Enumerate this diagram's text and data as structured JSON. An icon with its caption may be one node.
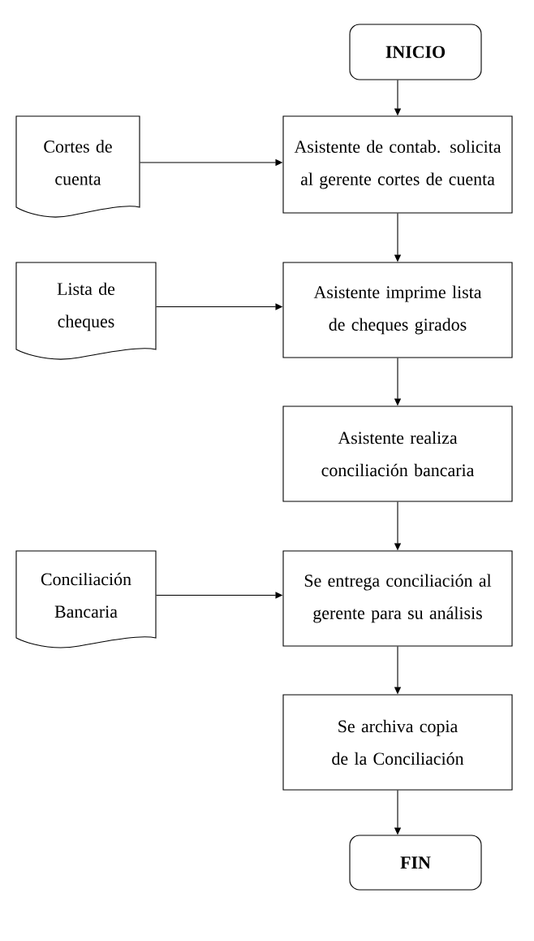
{
  "diagram": {
    "nodes": [
      {
        "text": [
          "INICIO"
        ]
      },
      {
        "text": [
          "Cortes de cuenta"
        ]
      },
      {
        "text": [
          "Asistente de contab. solicita al gerente cortes de cuenta"
        ]
      },
      {
        "text": [
          "Lista de cheques"
        ]
      },
      {
        "text": [
          "Asistente imprime lista de cheques girados"
        ]
      },
      {
        "text": [
          "Asistente realiza conciliación bancaria"
        ]
      },
      {
        "text": [
          "Conciliación Bancaria"
        ]
      },
      {
        "text": [
          "Se entrega conciliación al gerente para su análisis"
        ]
      },
      {
        "text": [
          "Se archiva copia de la Conciliación"
        ]
      },
      {
        "text": [
          "FIN"
        ]
      }
    ],
    "edges": [
      {
        "from": 0,
        "to": 2,
        "arrow": "to"
      },
      {
        "from": 1,
        "to": 2,
        "arrow": "to"
      },
      {
        "from": 2,
        "to": 4,
        "arrow": "to"
      },
      {
        "from": 3,
        "to": 4,
        "arrow": "to"
      },
      {
        "from": 4,
        "to": 5,
        "arrow": "to"
      },
      {
        "from": 5,
        "to": 7,
        "arrow": "to"
      },
      {
        "from": 6,
        "to": 7,
        "arrow": "to"
      },
      {
        "from": 7,
        "to": 8,
        "arrow": "to"
      },
      {
        "from": 8,
        "to": 9,
        "arrow": "to"
      }
    ]
  }
}
